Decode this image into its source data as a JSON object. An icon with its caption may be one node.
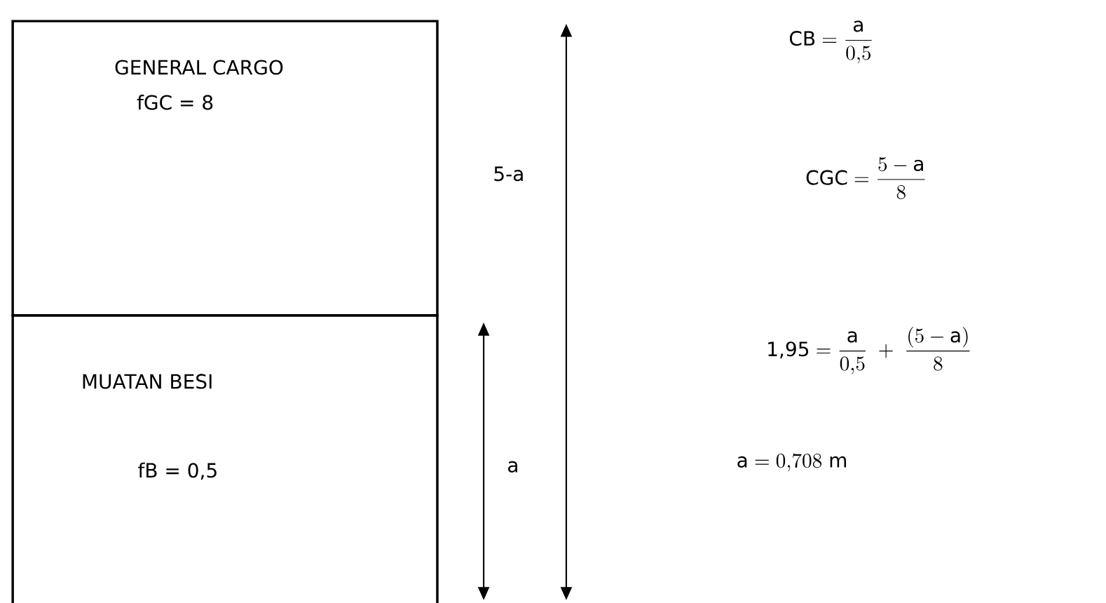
{
  "diagram": {
    "nodes": [
      {
        "text": [
          "GENERAL CARGO",
          "fGC = 8"
        ]
      },
      {
        "text": [
          "MUATAN BESI",
          "fB = 0,5"
        ]
      }
    ],
    "labels": [
      "\\textsf{CB} = \\frac{\\mathrm{a}}{0{,}5}",
      "5-a",
      "\\textsf{CGC} = \\frac{5 - \\mathrm{a}}{8}",
      "\\textsf{1,95} = \\frac{\\mathrm{a}}{0{,}5} \\;+\\; \\frac{(5 - \\mathrm{a})}{8}",
      "a",
      "\\textsf{a} = 0{,}708\\ \\mathrm{m}"
    ]
  }
}
